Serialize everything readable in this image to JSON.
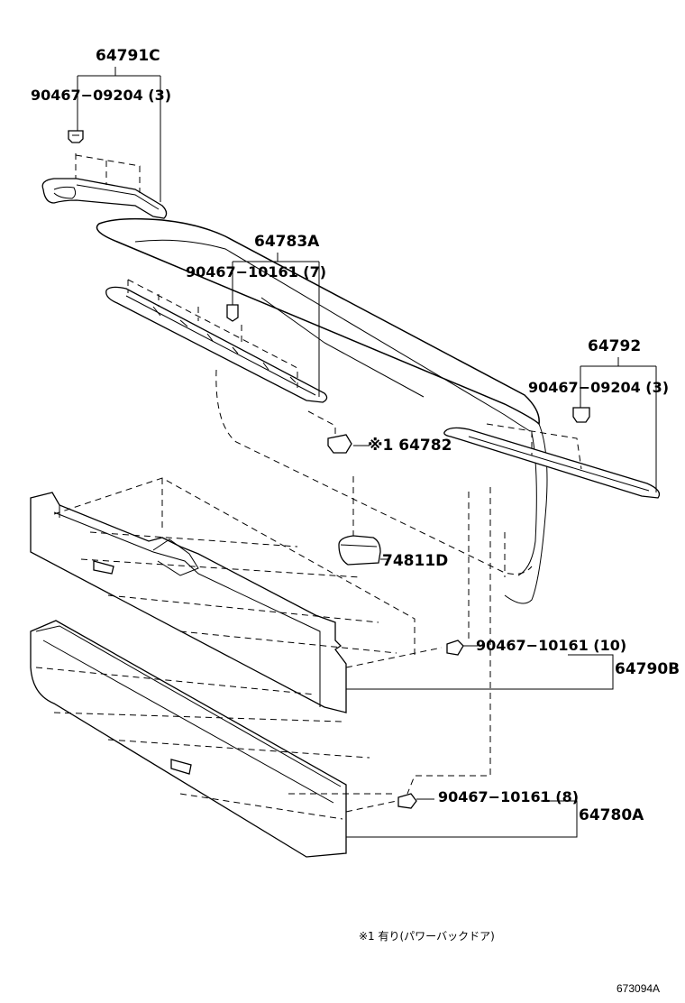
{
  "labels": {
    "p64791c": "64791C",
    "p64791c_bolt": "90467−09204 (3)",
    "p64783a": "64783A",
    "p64783a_bolt": "90467−10161 (7)",
    "p64792": "64792",
    "p64792_bolt": "90467−09204 (3)",
    "p64782": "※1 64782",
    "p74811d": "74811D",
    "p64790b_bolt": "90467−10161 (10)",
    "p64790b": "64790B",
    "p64780a_bolt": "90467−10161 (8)",
    "p64780a": "64780A"
  },
  "footnote": "※1 有り(パワーバックドア)",
  "diagram_code": "673094A"
}
